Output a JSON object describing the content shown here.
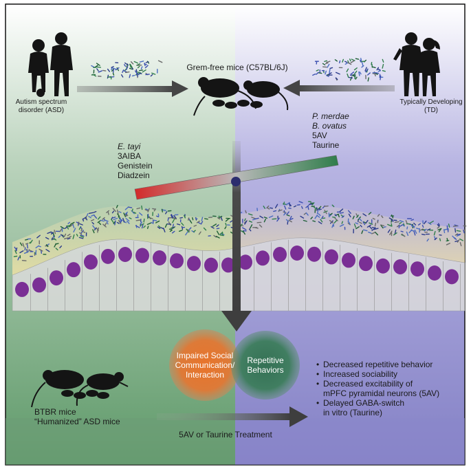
{
  "asd": {
    "label_line1": "Autism spectrum",
    "label_line2": "disorder (ASD)"
  },
  "td": {
    "label_line1": "Typically Developing",
    "label_line2": "(TD)"
  },
  "germfree": {
    "label": "Grem-free mice (C57BL/6J)"
  },
  "td_factors": {
    "microbe1": "P. merdae",
    "microbe2": "B. ovatus",
    "metabolite1": "5AV",
    "metabolite2": "Taurine"
  },
  "asd_factors": {
    "microbe1": "E. tayi",
    "metabolite1": "3AIBA",
    "metabolite2": "Genistein",
    "metabolite3": "Diadzein"
  },
  "phenotype": {
    "left_line1": "Impaired Social",
    "left_line2": "Communication/",
    "left_line3": "Interaction",
    "right_line1": "Repetitive",
    "right_line2": "Behaviors"
  },
  "btbr": {
    "line1": "BTBR mice",
    "line2": "“Humanized” ASD mice"
  },
  "treatment": {
    "label": "5AV or Taurine Treatment"
  },
  "outcomes": {
    "item1": "Decreased repetitive behavior",
    "item2": "Increased sociability",
    "item3_line1": "Decreased excitability of",
    "item3_line2": "mPFC pyramidal neurons (5AV)",
    "item4_line1": "Delayed GABA-switch",
    "item4_line2": "in vitro (Taurine)"
  },
  "colors": {
    "asd_panel": "#6d9a74",
    "td_panel": "#8b88cc",
    "nucleus": "#7a2f95",
    "red": "#d32a2a",
    "green": "#2f7d4a",
    "orange": "#e07930",
    "teal": "#3a7a57",
    "arrow": "#4a4a4a"
  }
}
